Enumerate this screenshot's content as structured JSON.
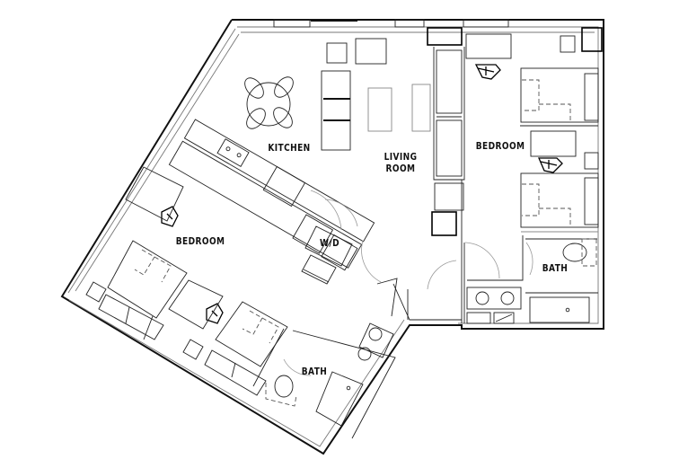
{
  "floor_plan": {
    "rooms": [
      {
        "id": "kitchen",
        "label": "KITCHEN"
      },
      {
        "id": "living_room",
        "label": "LIVING\nROOM"
      },
      {
        "id": "bedroom_east",
        "label": "BEDROOM"
      },
      {
        "id": "bedroom_west",
        "label": "BEDROOM"
      },
      {
        "id": "washer_dryer",
        "label": "W/D"
      },
      {
        "id": "bath_east",
        "label": "BATH"
      },
      {
        "id": "bath_south",
        "label": "BATH"
      }
    ],
    "colors": {
      "wall": "#111111",
      "fixture": "#222222",
      "background": "#ffffff"
    }
  }
}
